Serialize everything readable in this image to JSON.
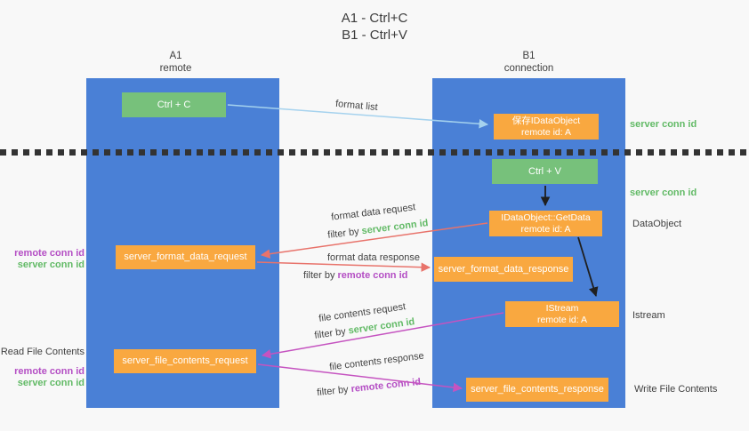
{
  "title": {
    "line1": "A1 - Ctrl+C",
    "line2": "B1 - Ctrl+V"
  },
  "lanes": {
    "left": {
      "name": "A1",
      "role": "remote"
    },
    "right": {
      "name": "B1",
      "role": "connection"
    }
  },
  "nodes": {
    "ctrl_c": {
      "label": "Ctrl + C"
    },
    "save_idataobject": {
      "label": "保存IDataObject",
      "sublabel": "remote id: A"
    },
    "ctrl_v": {
      "label": "Ctrl + V"
    },
    "getdata": {
      "label": "IDataObject::GetData",
      "sublabel": "remote id: A"
    },
    "format_request": {
      "label": "server_format_data_request"
    },
    "format_response": {
      "label": "server_format_data_response"
    },
    "istream": {
      "label": "IStream",
      "sublabel": "remote id: A"
    },
    "file_request": {
      "label": "server_file_contents_request"
    },
    "file_response": {
      "label": "server_file_contents_response"
    }
  },
  "edges": {
    "format_list": "format list",
    "format_data_request": "format data request",
    "format_data_response": "format data response",
    "file_contents_request": "file contents request",
    "file_contents_response": "file contents response",
    "filter_by": "filter by "
  },
  "keywords": {
    "server_conn_id": "server conn id",
    "remote_conn_id": "remote conn id"
  },
  "side_labels": {
    "right": [
      {
        "text": "server conn id",
        "type": "green"
      },
      {
        "text": "server conn id",
        "type": "green"
      },
      {
        "text": "DataObject",
        "type": "plain"
      },
      {
        "text": "Istream",
        "type": "plain"
      },
      {
        "text": "Write File Contents",
        "type": "plain"
      }
    ],
    "left": [
      {
        "text": "remote conn id",
        "type": "purple"
      },
      {
        "text": "server conn id",
        "type": "green"
      },
      {
        "text": "Read File Contents",
        "type": "plain"
      },
      {
        "text": "remote conn id",
        "type": "purple"
      },
      {
        "text": "server conn id",
        "type": "green"
      }
    ]
  },
  "colors": {
    "background": "#f8f8f8",
    "lane_blue": "#4a80d6",
    "box_green": "#77c17b",
    "box_orange": "#f9a840",
    "arrow_blue": "#a5d2ee",
    "arrow_red": "#e8736b",
    "arrow_magenta": "#c553c0",
    "arrow_black": "#1f1f1f",
    "text_green": "#62ba66",
    "text_purple": "#b44ec4",
    "text_dark": "#3c3c3c"
  }
}
